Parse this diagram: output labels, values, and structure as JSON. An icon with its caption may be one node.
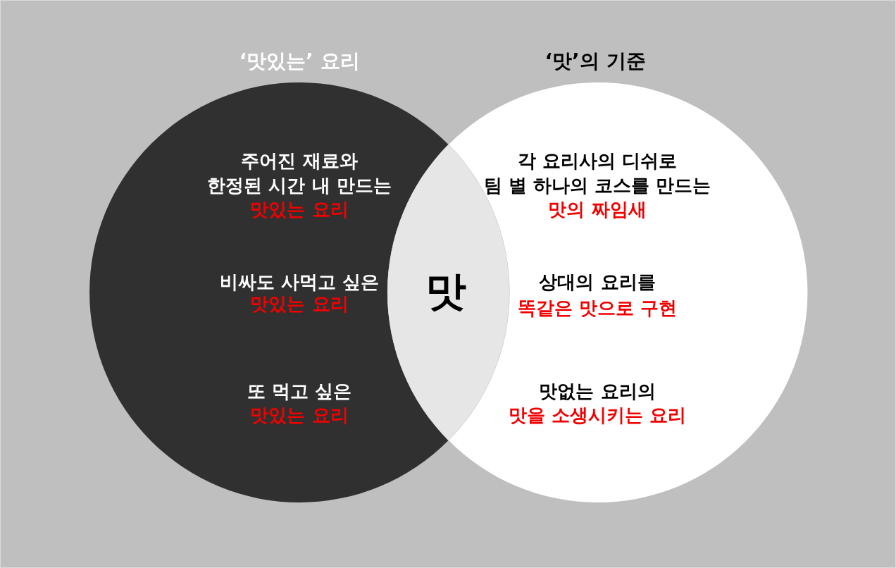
{
  "diagram": {
    "nodes": [
      {
        "text": [
          "‘맛있는’ 요리",
          "주어진 재료와 한정된 시간 내 만드는",
          "맛있는 요리",
          "비싸도 사먹고 싶은",
          "맛있는 요리",
          "또 먹고 싶은",
          "맛있는 요리"
        ]
      },
      {
        "text": [
          "‘맛’의 기준",
          "각 요리사의 디쉬로 팀 별 하나의 코스를 만드는",
          "맛의 짜임새",
          "상대의 요리를",
          "똑같은 맛으로 구현",
          "맛없는 요리의",
          "맛을 소생시키는 요리"
        ]
      },
      {
        "text": [
          "맛"
        ]
      }
    ]
  }
}
